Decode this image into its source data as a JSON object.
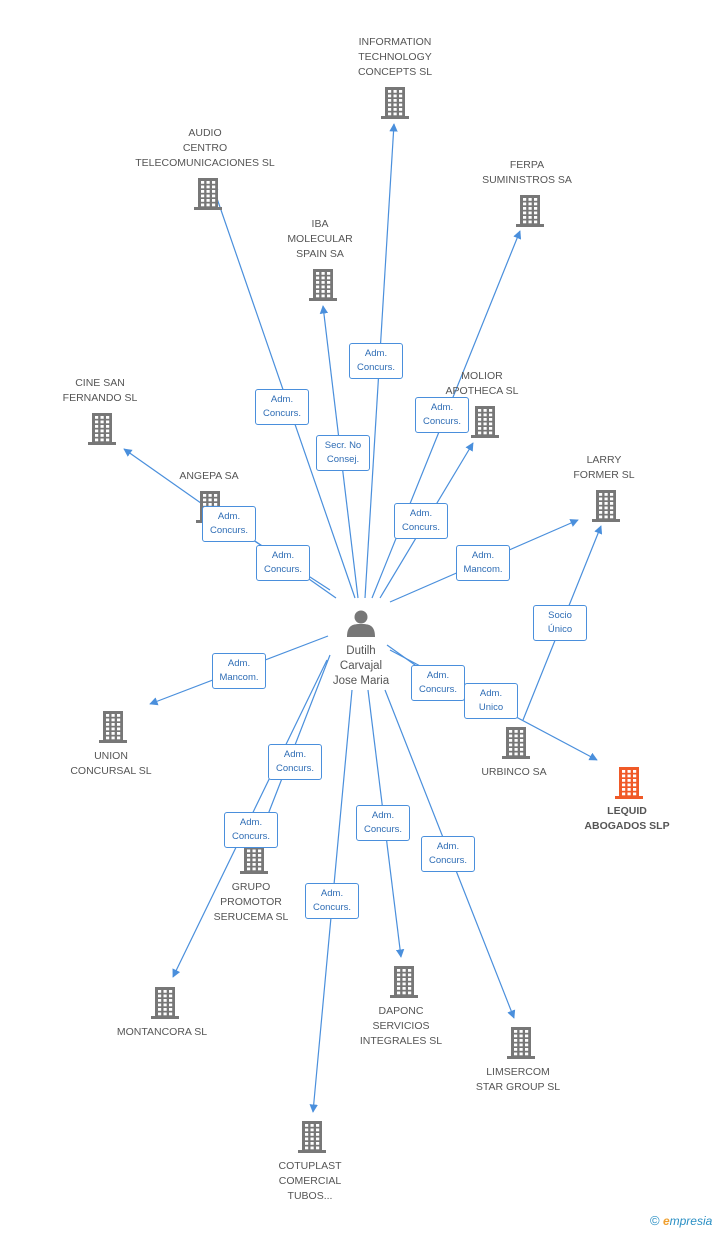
{
  "colors": {
    "edge": "#4a8fdc",
    "building": "#777777",
    "highlight": "#f05a28"
  },
  "center": {
    "name": "Dutilh\nCarvajal\nJose Maria",
    "icon": "person-icon"
  },
  "nodes": [
    {
      "id": "itc",
      "name": "INFORMATION\nTECHNOLOGY\nCONCEPTS SL",
      "icon": "building-icon"
    },
    {
      "id": "audio",
      "name": "AUDIO\nCENTRO\nTELECOMUNICACIONES SL",
      "icon": "building-icon"
    },
    {
      "id": "ferpa",
      "name": "FERPA\nSUMINISTROS SA",
      "icon": "building-icon"
    },
    {
      "id": "iba",
      "name": "IBA\nMOLECULAR\nSPAIN SA",
      "icon": "building-icon"
    },
    {
      "id": "molior",
      "name": "MOLIOR\nAPOTHECA SL",
      "icon": "building-icon"
    },
    {
      "id": "cine",
      "name": "CINE SAN\nFERNANDO SL",
      "icon": "building-icon"
    },
    {
      "id": "angepa",
      "name": "ANGEPA SA",
      "icon": "building-icon"
    },
    {
      "id": "larry",
      "name": "LARRY\nFORMER SL",
      "icon": "building-icon"
    },
    {
      "id": "union",
      "name": "UNION\nCONCURSAL SL",
      "icon": "building-icon"
    },
    {
      "id": "urbinco",
      "name": "URBINCO SA",
      "icon": "building-icon"
    },
    {
      "id": "lequid",
      "name": "LEQUID\nABOGADOS SLP",
      "icon": "building-icon",
      "highlight": true
    },
    {
      "id": "grupo",
      "name": "GRUPO\nPROMOTOR\nSERUCEMA SL",
      "icon": "building-icon"
    },
    {
      "id": "montancora",
      "name": "MONTANCORA SL",
      "icon": "building-icon"
    },
    {
      "id": "daponc",
      "name": "DAPONC\nSERVICIOS\nINTEGRALES SL",
      "icon": "building-icon"
    },
    {
      "id": "limsercom",
      "name": "LIMSERCOM\nSTAR GROUP SL",
      "icon": "building-icon"
    },
    {
      "id": "cotuplast",
      "name": "COTUPLAST\nCOMERCIAL\nTUBOS...",
      "icon": "building-icon"
    }
  ],
  "edges": [
    {
      "from": "center",
      "to": "itc",
      "label": "Adm.\nConcurs."
    },
    {
      "from": "center",
      "to": "audio",
      "label": "Adm.\nConcurs."
    },
    {
      "from": "center",
      "to": "ferpa",
      "label": "Adm.\nConcurs."
    },
    {
      "from": "center",
      "to": "iba",
      "label": "Secr.  No\nConsej."
    },
    {
      "from": "center",
      "to": "molior",
      "label": "Adm.\nConcurs."
    },
    {
      "from": "center",
      "to": "cine",
      "label": "Adm.\nConcurs."
    },
    {
      "from": "center",
      "to": "angepa",
      "label": "Adm.\nConcurs."
    },
    {
      "from": "center",
      "to": "larry",
      "label": "Adm.\nMancom."
    },
    {
      "from": "center",
      "to": "union",
      "label": "Adm.\nMancom."
    },
    {
      "from": "center",
      "to": "urbinco",
      "label": "Adm.\nConcurs."
    },
    {
      "from": "center",
      "to": "lequid",
      "label": "Adm.\nUnico"
    },
    {
      "from": "urbinco",
      "to": "larry",
      "label": "Socio\nÚnico"
    },
    {
      "from": "center",
      "to": "grupo",
      "label": "Adm.\nConcurs."
    },
    {
      "from": "center",
      "to": "montancora",
      "label": "Adm.\nConcurs."
    },
    {
      "from": "center",
      "to": "daponc",
      "label": "Adm.\nConcurs."
    },
    {
      "from": "center",
      "to": "limsercom",
      "label": "Adm.\nConcurs."
    },
    {
      "from": "center",
      "to": "cotuplast",
      "label": "Adm.\nConcurs."
    }
  ],
  "brand": {
    "copyright": "©",
    "e": "e",
    "rest": "mpresia"
  }
}
